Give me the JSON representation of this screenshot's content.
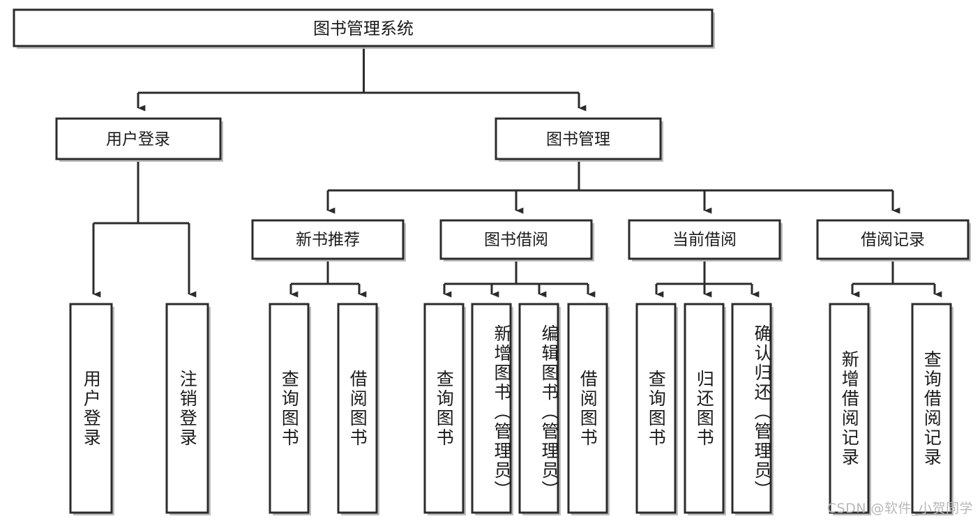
{
  "diagram": {
    "title": "图书管理系统",
    "type": "tree",
    "watermark": "CSDN @软件_小贺同学",
    "colors": {
      "box_stroke": "#2b2b2b",
      "box_fill": "#ffffff",
      "connector": "#2b2b2b",
      "watermark": "#b8b8b8",
      "background": "#ffffff"
    },
    "levels": {
      "root": {
        "label": "图书管理系统"
      },
      "level2": [
        {
          "id": "user-login",
          "label": "用户登录"
        },
        {
          "id": "book-management",
          "label": "图书管理"
        }
      ],
      "level3": [
        {
          "id": "new-book-recommend",
          "label": "新书推荐",
          "parent": "book-management"
        },
        {
          "id": "book-borrow",
          "label": "图书借阅",
          "parent": "book-management"
        },
        {
          "id": "current-borrow",
          "label": "当前借阅",
          "parent": "book-management"
        },
        {
          "id": "borrow-record",
          "label": "借阅记录",
          "parent": "book-management"
        }
      ],
      "leaves": [
        {
          "id": "leaf-user-login",
          "label": "用户登录",
          "parent": "user-login"
        },
        {
          "id": "leaf-logout-login",
          "label": "注销登录",
          "parent": "user-login"
        },
        {
          "id": "leaf-query-book-1",
          "label": "查询图书",
          "parent": "new-book-recommend"
        },
        {
          "id": "leaf-borrow-book-1",
          "label": "借阅图书",
          "parent": "new-book-recommend"
        },
        {
          "id": "leaf-query-book-2",
          "label": "查询图书",
          "parent": "book-borrow"
        },
        {
          "id": "leaf-add-book",
          "label": "新增图书（管理员）",
          "parent": "book-borrow"
        },
        {
          "id": "leaf-edit-book",
          "label": "编辑图书（管理员）",
          "parent": "book-borrow"
        },
        {
          "id": "leaf-borrow-book-2",
          "label": "借阅图书",
          "parent": "book-borrow"
        },
        {
          "id": "leaf-query-book-3",
          "label": "查询图书",
          "parent": "current-borrow"
        },
        {
          "id": "leaf-return-book",
          "label": "归还图书",
          "parent": "current-borrow"
        },
        {
          "id": "leaf-confirm-return",
          "label": "确认归还（管理员）",
          "parent": "current-borrow"
        },
        {
          "id": "leaf-add-record",
          "label": "新增借阅记录",
          "parent": "borrow-record"
        },
        {
          "id": "leaf-query-record",
          "label": "查询借阅记录",
          "parent": "borrow-record"
        }
      ]
    }
  }
}
